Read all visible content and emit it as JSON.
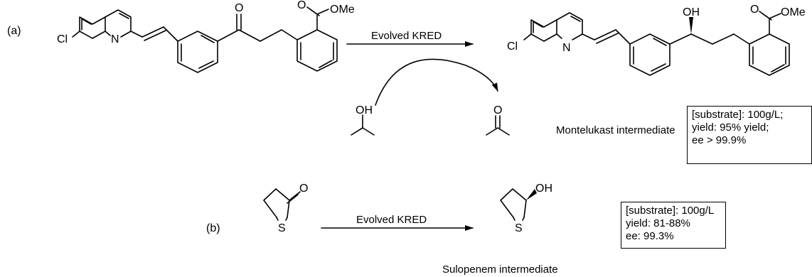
{
  "panel_a": {
    "label": "(a)",
    "reagent": "Evolved KRED",
    "product_name": "Montelukast intermediate",
    "atoms": {
      "cl": "Cl",
      "n": "N",
      "ester": "OMe",
      "o": "O",
      "oh": "OH"
    },
    "conditions": [
      "[substrate]:  100g/L;",
      "yield: 95% yield;",
      "ee > 99.9%"
    ]
  },
  "panel_b": {
    "label": "(b)",
    "reagent": "Evolved KRED",
    "product_name": "Sulopenem intermediate",
    "atoms": {
      "o": "O",
      "s": "S",
      "oh": "OH"
    },
    "conditions": [
      "[substrate]: 100g/L",
      "yield: 81-88%",
      "ee: 99.3%"
    ]
  }
}
